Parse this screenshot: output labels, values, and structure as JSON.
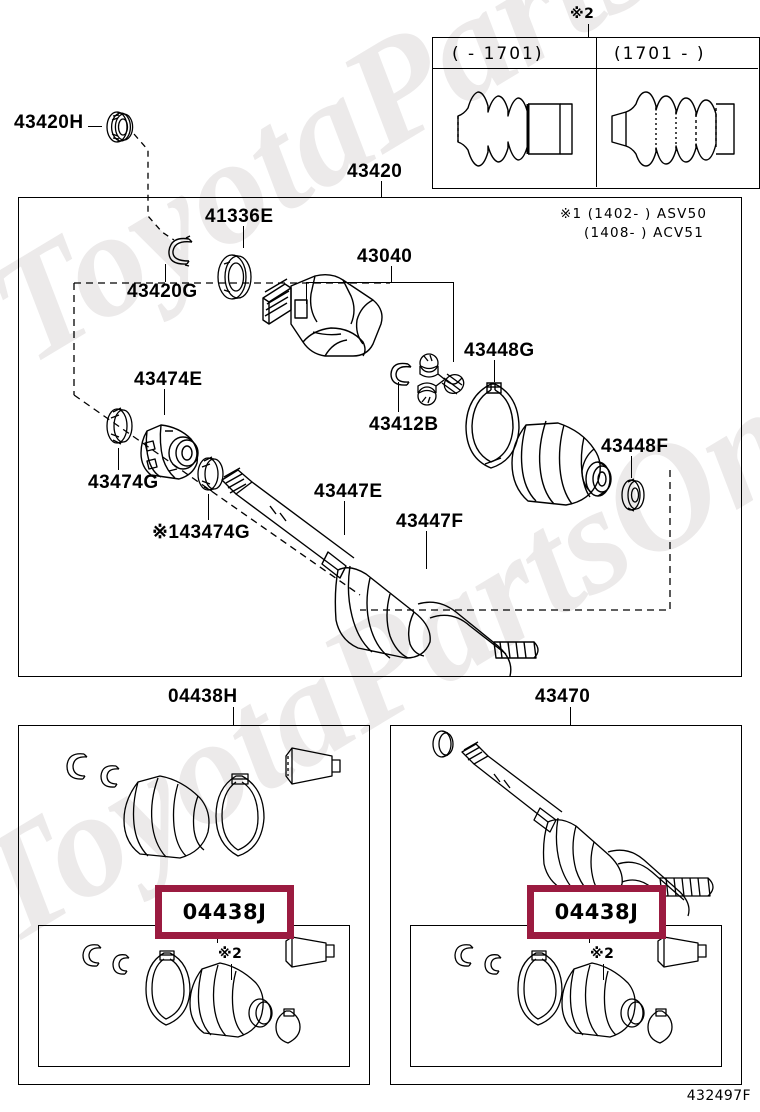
{
  "diagram": {
    "corner_reference": "432497F",
    "watermark_text": "ToyotaPartsOnline",
    "highlight_color": "#9B1B40"
  },
  "variant_table": {
    "marker": "※2",
    "columns": [
      {
        "header": "(    - 1701)"
      },
      {
        "header": "(1701 -    )"
      }
    ]
  },
  "main_panel": {
    "note_line1": "※1 (1402-    ) ASV50",
    "note_line2": "(1408-    ) ACV51",
    "top_label": "43420",
    "parts": [
      {
        "id": "43420H",
        "label": "43420H"
      },
      {
        "id": "43420G",
        "label": "43420G"
      },
      {
        "id": "41336E",
        "label": "41336E"
      },
      {
        "id": "43040",
        "label": "43040"
      },
      {
        "id": "43448G",
        "label": "43448G"
      },
      {
        "id": "43412B",
        "label": "43412B"
      },
      {
        "id": "43448F",
        "label": "43448F"
      },
      {
        "id": "43474E",
        "label": "43474E"
      },
      {
        "id": "43474G",
        "label": "43474G"
      },
      {
        "id": "43474G-1",
        "label": "※143474G"
      },
      {
        "id": "43447E",
        "label": "43447E"
      },
      {
        "id": "43447F",
        "label": "43447F"
      }
    ]
  },
  "bottom_panels": [
    {
      "title": "04438H",
      "chip": "04438J",
      "inner_marker": "※2"
    },
    {
      "title": "43470",
      "chip": "04438J",
      "inner_marker": "※2"
    }
  ]
}
